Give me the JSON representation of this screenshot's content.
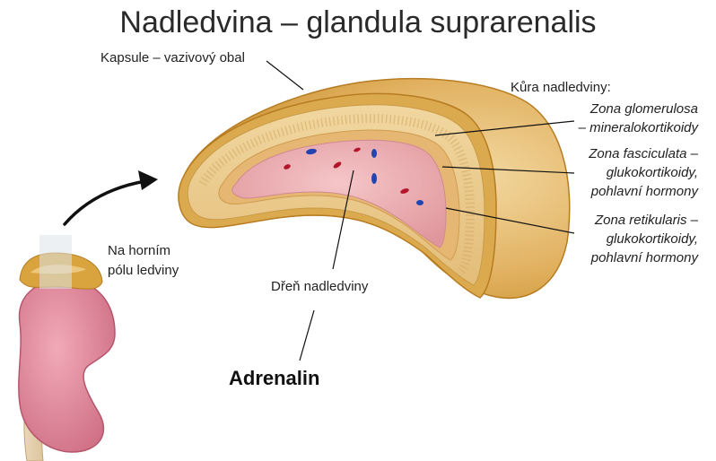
{
  "title": "Nadledvina – glandula suprarenalis",
  "labels": {
    "capsule": "Kapsule – vazivový obal",
    "cortex": "Kůra nadledviny:",
    "glomerulosa_1": "Zona glomerulosa",
    "glomerulosa_2": "– mineralokortikoidy",
    "fasciculata_1": "Zona fasciculata –",
    "fasciculata_2": "glukokortikoidy,",
    "fasciculata_3": "pohlavní hormony",
    "reticularis_1": "Zona retikularis –",
    "reticularis_2": "glukokortikoidy,",
    "reticularis_3": "pohlavní hormony",
    "location_1": "Na horním",
    "location_2": "pólu ledviny",
    "medulla": "Dřeň nadledviny",
    "hormone": "Adrenalin"
  },
  "colors": {
    "capsule_outer": "#d9a53e",
    "cortex": "#e9c98a",
    "medulla": "#e7a2a6",
    "kidney": "#d87f93",
    "red_vessel": "#b3162a",
    "blue_vessel": "#2244b0"
  }
}
